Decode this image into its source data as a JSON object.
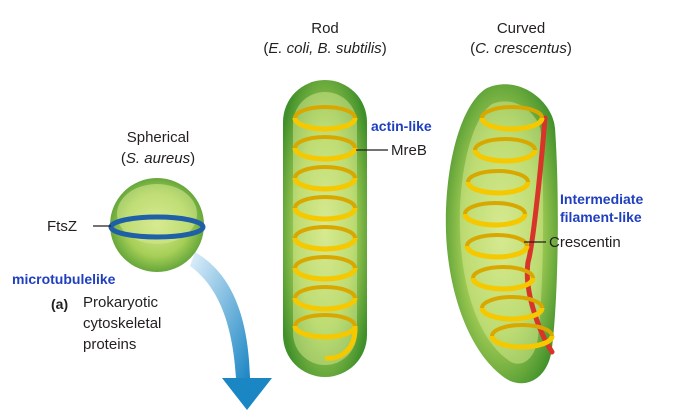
{
  "cells": {
    "spherical": {
      "shape": "Spherical",
      "species": "S. aureus",
      "protein": "FtsZ",
      "category": "microtubulelike"
    },
    "rod": {
      "shape": "Rod",
      "species": "E. coli, B. subtilis",
      "protein": "MreB",
      "category": "actin-like"
    },
    "curved": {
      "shape": "Curved",
      "species": "C. crescentus",
      "protein": "Crescentin",
      "category_line1": "Intermediate",
      "category_line2": "filament-like"
    }
  },
  "caption": {
    "panel": "(a)",
    "line1": "Prokaryotic",
    "line2": "cytoskeletal",
    "line3": "proteins"
  },
  "colors": {
    "cell_light": "#c8e07a",
    "cell_dark": "#3f8f2a",
    "helix": "#f5c800",
    "ring": "#1f5fa8",
    "crescentin": "#d8342a",
    "category_text": "#1f3fbf",
    "arrow": "#1b86c4"
  }
}
